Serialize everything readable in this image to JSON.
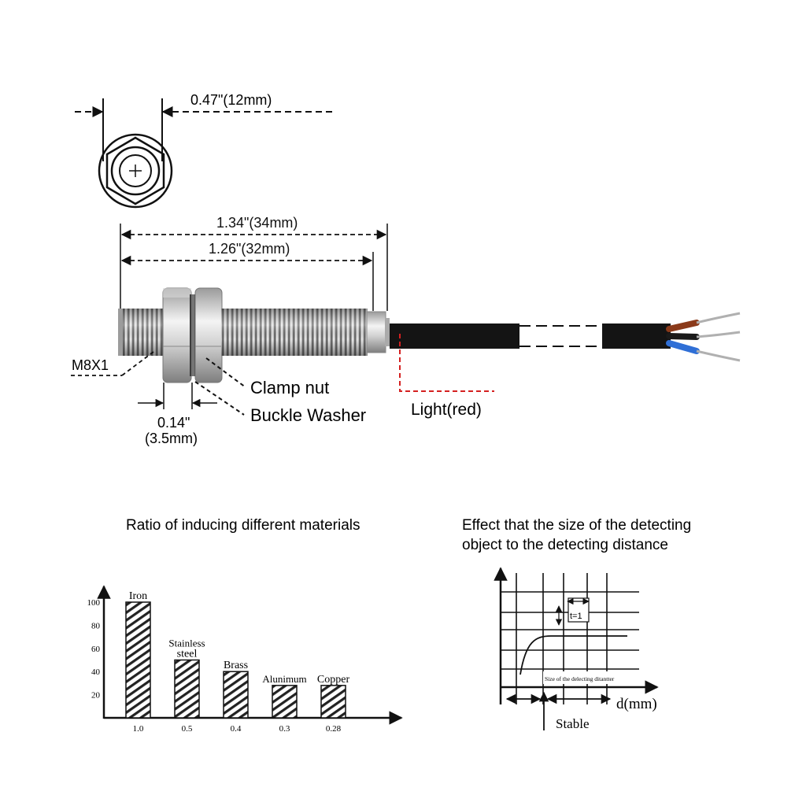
{
  "dimensions": {
    "head_diameter": "0.47\"(12mm)",
    "total_length": "1.34\"(34mm)",
    "thread_length": "1.26\"(32mm)",
    "thread_spec": "M8X1",
    "nut_width_in": "0.14\"",
    "nut_width_mm": "(3.5mm)"
  },
  "labels": {
    "clamp_nut": "Clamp nut",
    "buckle_washer": "Buckle Washer",
    "light": "Light(red)"
  },
  "colors": {
    "light_indicator": "#d42020",
    "wire_brown": "#8b3a1a",
    "wire_black": "#1a1a1a",
    "wire_blue": "#2f6fd6",
    "cable": "#141414"
  },
  "chart_data": [
    {
      "type": "bar",
      "title": "Ratio of inducing different materials",
      "categories": [
        "Iron",
        "Stainless steel",
        "Brass",
        "Alunimum",
        "Copper"
      ],
      "category_labels": [
        [
          "Iron"
        ],
        [
          "Stainless",
          "steel"
        ],
        [
          "Brass"
        ],
        [
          "Alunimum"
        ],
        [
          "Copper"
        ]
      ],
      "x_tick_labels": [
        "1.0",
        "0.5",
        "0.4",
        "0.3",
        "0.28"
      ],
      "values": [
        100,
        50,
        40,
        28,
        28
      ],
      "y_ticks": [
        20,
        40,
        60,
        80,
        100
      ],
      "ylim": [
        0,
        115
      ],
      "grid": false
    },
    {
      "type": "line",
      "title_lines": [
        "Effect that the size of the detecting",
        "object to the detecting distance"
      ],
      "xlabel": "d(mm)",
      "annotation_box": "t=1",
      "annotation_curve": "Size of the delecting ditantter",
      "annotation_stable": "Stable",
      "grid": true
    }
  ]
}
